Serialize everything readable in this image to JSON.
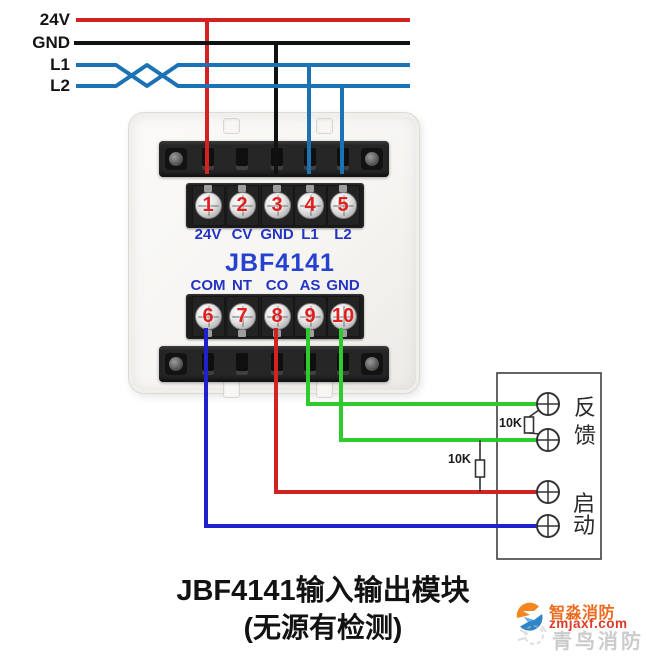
{
  "bus": {
    "labels": [
      {
        "id": "24v",
        "label": "24V"
      },
      {
        "id": "gnd",
        "label": "GND"
      },
      {
        "id": "l1",
        "label": "L1"
      },
      {
        "id": "l2",
        "label": "L2"
      }
    ]
  },
  "module": {
    "model": "JBF4141",
    "top_terminals": [
      {
        "num": "1",
        "label": "24V"
      },
      {
        "num": "2",
        "label": "CV"
      },
      {
        "num": "3",
        "label": "GND"
      },
      {
        "num": "4",
        "label": "L1"
      },
      {
        "num": "5",
        "label": "L2"
      }
    ],
    "bottom_terminals": [
      {
        "num": "6",
        "label": "COM"
      },
      {
        "num": "7",
        "label": "NT"
      },
      {
        "num": "8",
        "label": "CO"
      },
      {
        "num": "9",
        "label": "AS"
      },
      {
        "num": "10",
        "label": "GND"
      }
    ]
  },
  "device_box": {
    "feedback": {
      "label": "反馈",
      "chars": [
        "反",
        "馈"
      ]
    },
    "start": {
      "label": "启动",
      "chars": [
        "启",
        "动"
      ]
    },
    "resistor_inner": "10K",
    "resistor_outer": "10K"
  },
  "caption": {
    "line1": "JBF4141输入输出模块",
    "line2": "(无源有检测)"
  },
  "branding": {
    "name": "智淼消防",
    "site": "zmjaxf.com",
    "watermark": "青鸟消防"
  },
  "colors": {
    "wire_24v": "#d32222",
    "wire_gnd": "#111111",
    "wire_l1_l2": "#1b73b6",
    "wire_com": "#2121cc",
    "wire_co": "#d32222",
    "wire_feedback_green": "#2dcb2d",
    "terminal_number": "#e01f1f",
    "terminal_label": "#2334c4",
    "model_text": "#2641cf",
    "device_box_stroke": "#4a4a4a",
    "brand_orange": "#ed6a1e",
    "brand_red": "#dd3a28",
    "watermark_gray": "#cbcbcb"
  }
}
